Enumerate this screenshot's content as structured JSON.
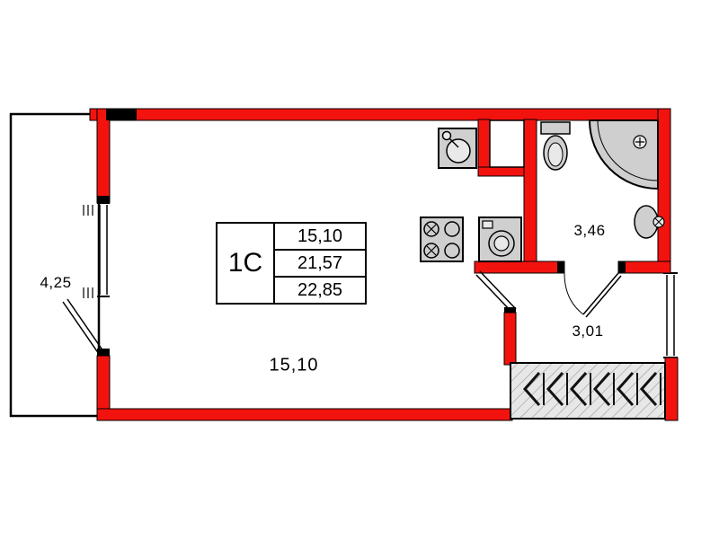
{
  "colors": {
    "wall_red": "#f2130f",
    "fixture_gray": "#cfcfcf"
  },
  "stamp": {
    "unit_type": "1С",
    "living_area": "15,10",
    "floor_area": "21,57",
    "total_area": "22,85"
  },
  "labels": {
    "balcony_area": "4,25",
    "room_area": "15,10",
    "bathroom_area": "3,46",
    "hall_area": "3,01"
  }
}
